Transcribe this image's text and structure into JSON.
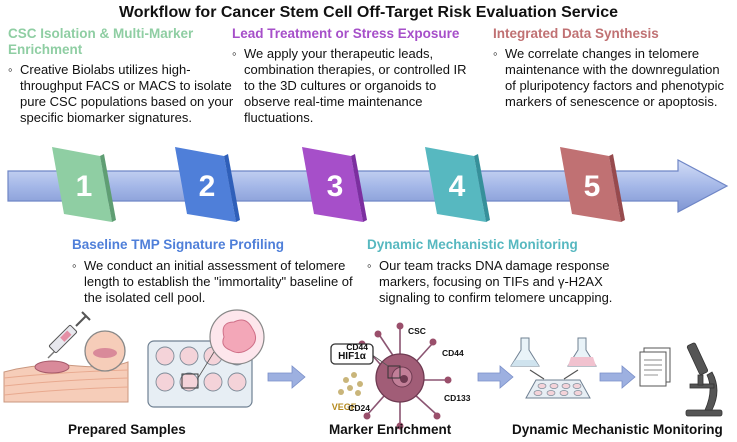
{
  "title": "Workflow for Cancer Stem Cell Off-Target Risk Evaluation Service",
  "colors": {
    "step1": "#8fcea3",
    "step2": "#4f7fd9",
    "step3": "#a64fc9",
    "step4": "#57b8c0",
    "step5": "#c07173",
    "arrow": "#a5b8e8",
    "arrow_dark": "#6f86c6",
    "cell": "#a15d77",
    "vessel_pink": "#f1c2cf"
  },
  "bullet": "◦",
  "steps": [
    {
      "number": "1",
      "heading": "CSC Isolation & Multi-Marker Enrichment",
      "body": "Creative Biolabs utilizes high-throughput FACS or MACS to isolate pure CSC populations based on your specific biomarker signatures."
    },
    {
      "number": "2",
      "heading": "Baseline TMP Signature Profiling",
      "body": "We conduct an initial assessment of telomere length to establish the \"immortality\" baseline of the isolated cell pool."
    },
    {
      "number": "3",
      "heading": "Lead Treatment or Stress Exposure",
      "body": "We apply your therapeutic leads, combination therapies, or controlled IR to the 3D cultures or organoids to observe real-time maintenance fluctuations."
    },
    {
      "number": "4",
      "heading": "Dynamic Mechanistic Monitoring",
      "body": "Our team tracks DNA damage response markers, focusing on TIFs and γ-H2AX signaling to confirm telomere uncapping."
    },
    {
      "number": "5",
      "heading": "Integrated Data Synthesis",
      "body": "We correlate changes in telomere maintenance with the downregulation of pluripotency factors and phenotypic markers of senescence or apoptosis."
    }
  ],
  "illustration": {
    "cell_labels": {
      "hif": "HIF1α",
      "vegf": "VEGF",
      "csc": "CSC",
      "cd44_left": "CD44",
      "cd44_right": "CD44",
      "cd24": "CD24",
      "cd133": "CD133"
    },
    "bottom_labels": [
      "Prepared Samples",
      "Marker Enrichment",
      "Dynamic Mechanistic Monitoring"
    ]
  }
}
